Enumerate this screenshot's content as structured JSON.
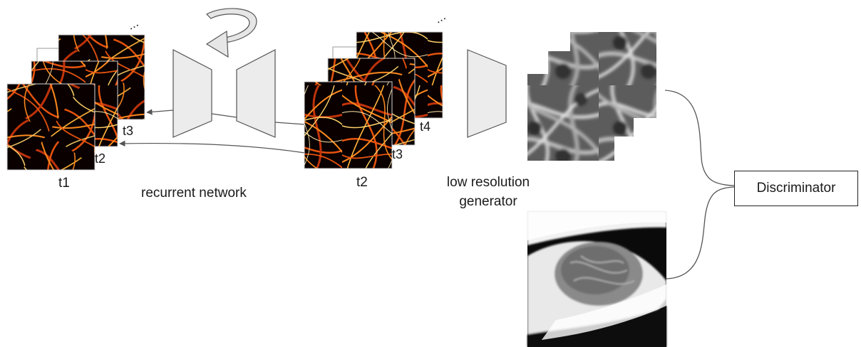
{
  "labels": {
    "left_stack_front": "t1",
    "left_stack_middle": "t2",
    "left_stack_back": "t3",
    "center_stack_front": "t2",
    "center_stack_middle": "t3",
    "center_stack_back": "t4",
    "recurrent_network": "recurrent network",
    "low_res_generator_line1": "low resolution",
    "low_res_generator_line2": "generator",
    "discriminator": "Discriminator"
  },
  "colors": {
    "filament_bg": "#0a0000",
    "filament_orange": "#e8540e",
    "filament_yellow": "#ffd36a",
    "trapezoid_fill": "#ececec",
    "trapezoid_stroke": "#555555",
    "arrow": "#555555"
  },
  "icons": [
    "circular-arrow-icon",
    "ellipsis-icon"
  ]
}
